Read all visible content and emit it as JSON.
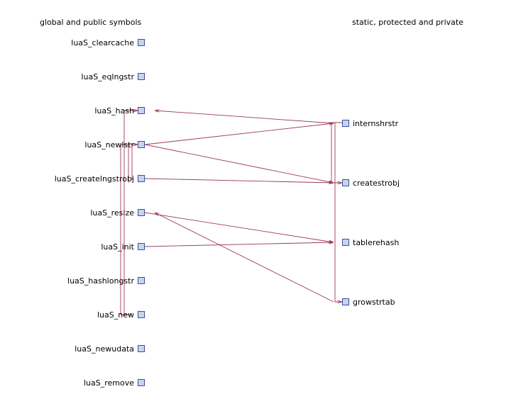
{
  "headers": {
    "left": "global and public symbols",
    "right": "static, protected and private"
  },
  "left_nodes": [
    "luaS_clearcache",
    "luaS_eqlngstr",
    "luaS_hash",
    "luaS_newlstr",
    "luaS_createlngstrobj",
    "luaS_resize",
    "luaS_init",
    "luaS_hashlongstr",
    "luaS_new",
    "luaS_newudata",
    "luaS_remove"
  ],
  "right_nodes": [
    "internshrstr",
    "createstrobj",
    "tablerehash",
    "growstrtab"
  ],
  "edges": [
    {
      "from": "internshrstr",
      "to": "luaS_hash"
    },
    {
      "from": "luaS_newlstr",
      "to": "internshrstr"
    },
    {
      "from": "luaS_newlstr",
      "to": "createstrobj"
    },
    {
      "from": "luaS_createlngstrobj",
      "to": "createstrobj"
    },
    {
      "from": "internshrstr",
      "to": "createstrobj"
    },
    {
      "from": "luaS_resize",
      "to": "tablerehash"
    },
    {
      "from": "luaS_init",
      "to": "tablerehash"
    },
    {
      "from": "growstrtab",
      "to": "luaS_resize"
    },
    {
      "from": "internshrstr",
      "to": "growstrtab"
    },
    {
      "from": "luaS_new",
      "to": "luaS_newlstr"
    },
    {
      "from": "luaS_new",
      "to": "luaS_hash"
    }
  ],
  "colors": {
    "node_fill": "#c8d4ec",
    "node_border": "#3a4fa0",
    "edge": "#9c3a5a"
  }
}
